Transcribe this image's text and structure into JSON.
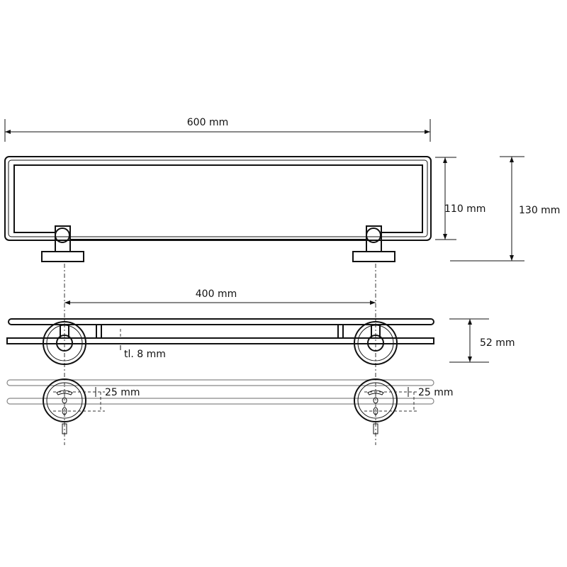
{
  "dimensions": {
    "overall_width": "600 mm",
    "frame_height": "110 mm",
    "total_height": "130 mm",
    "bracket_spacing": "400 mm",
    "depth": "52 mm",
    "glass_thickness": "tl. 8 mm",
    "hole_spacing_left": "25 mm",
    "hole_spacing_right": "25 mm"
  }
}
